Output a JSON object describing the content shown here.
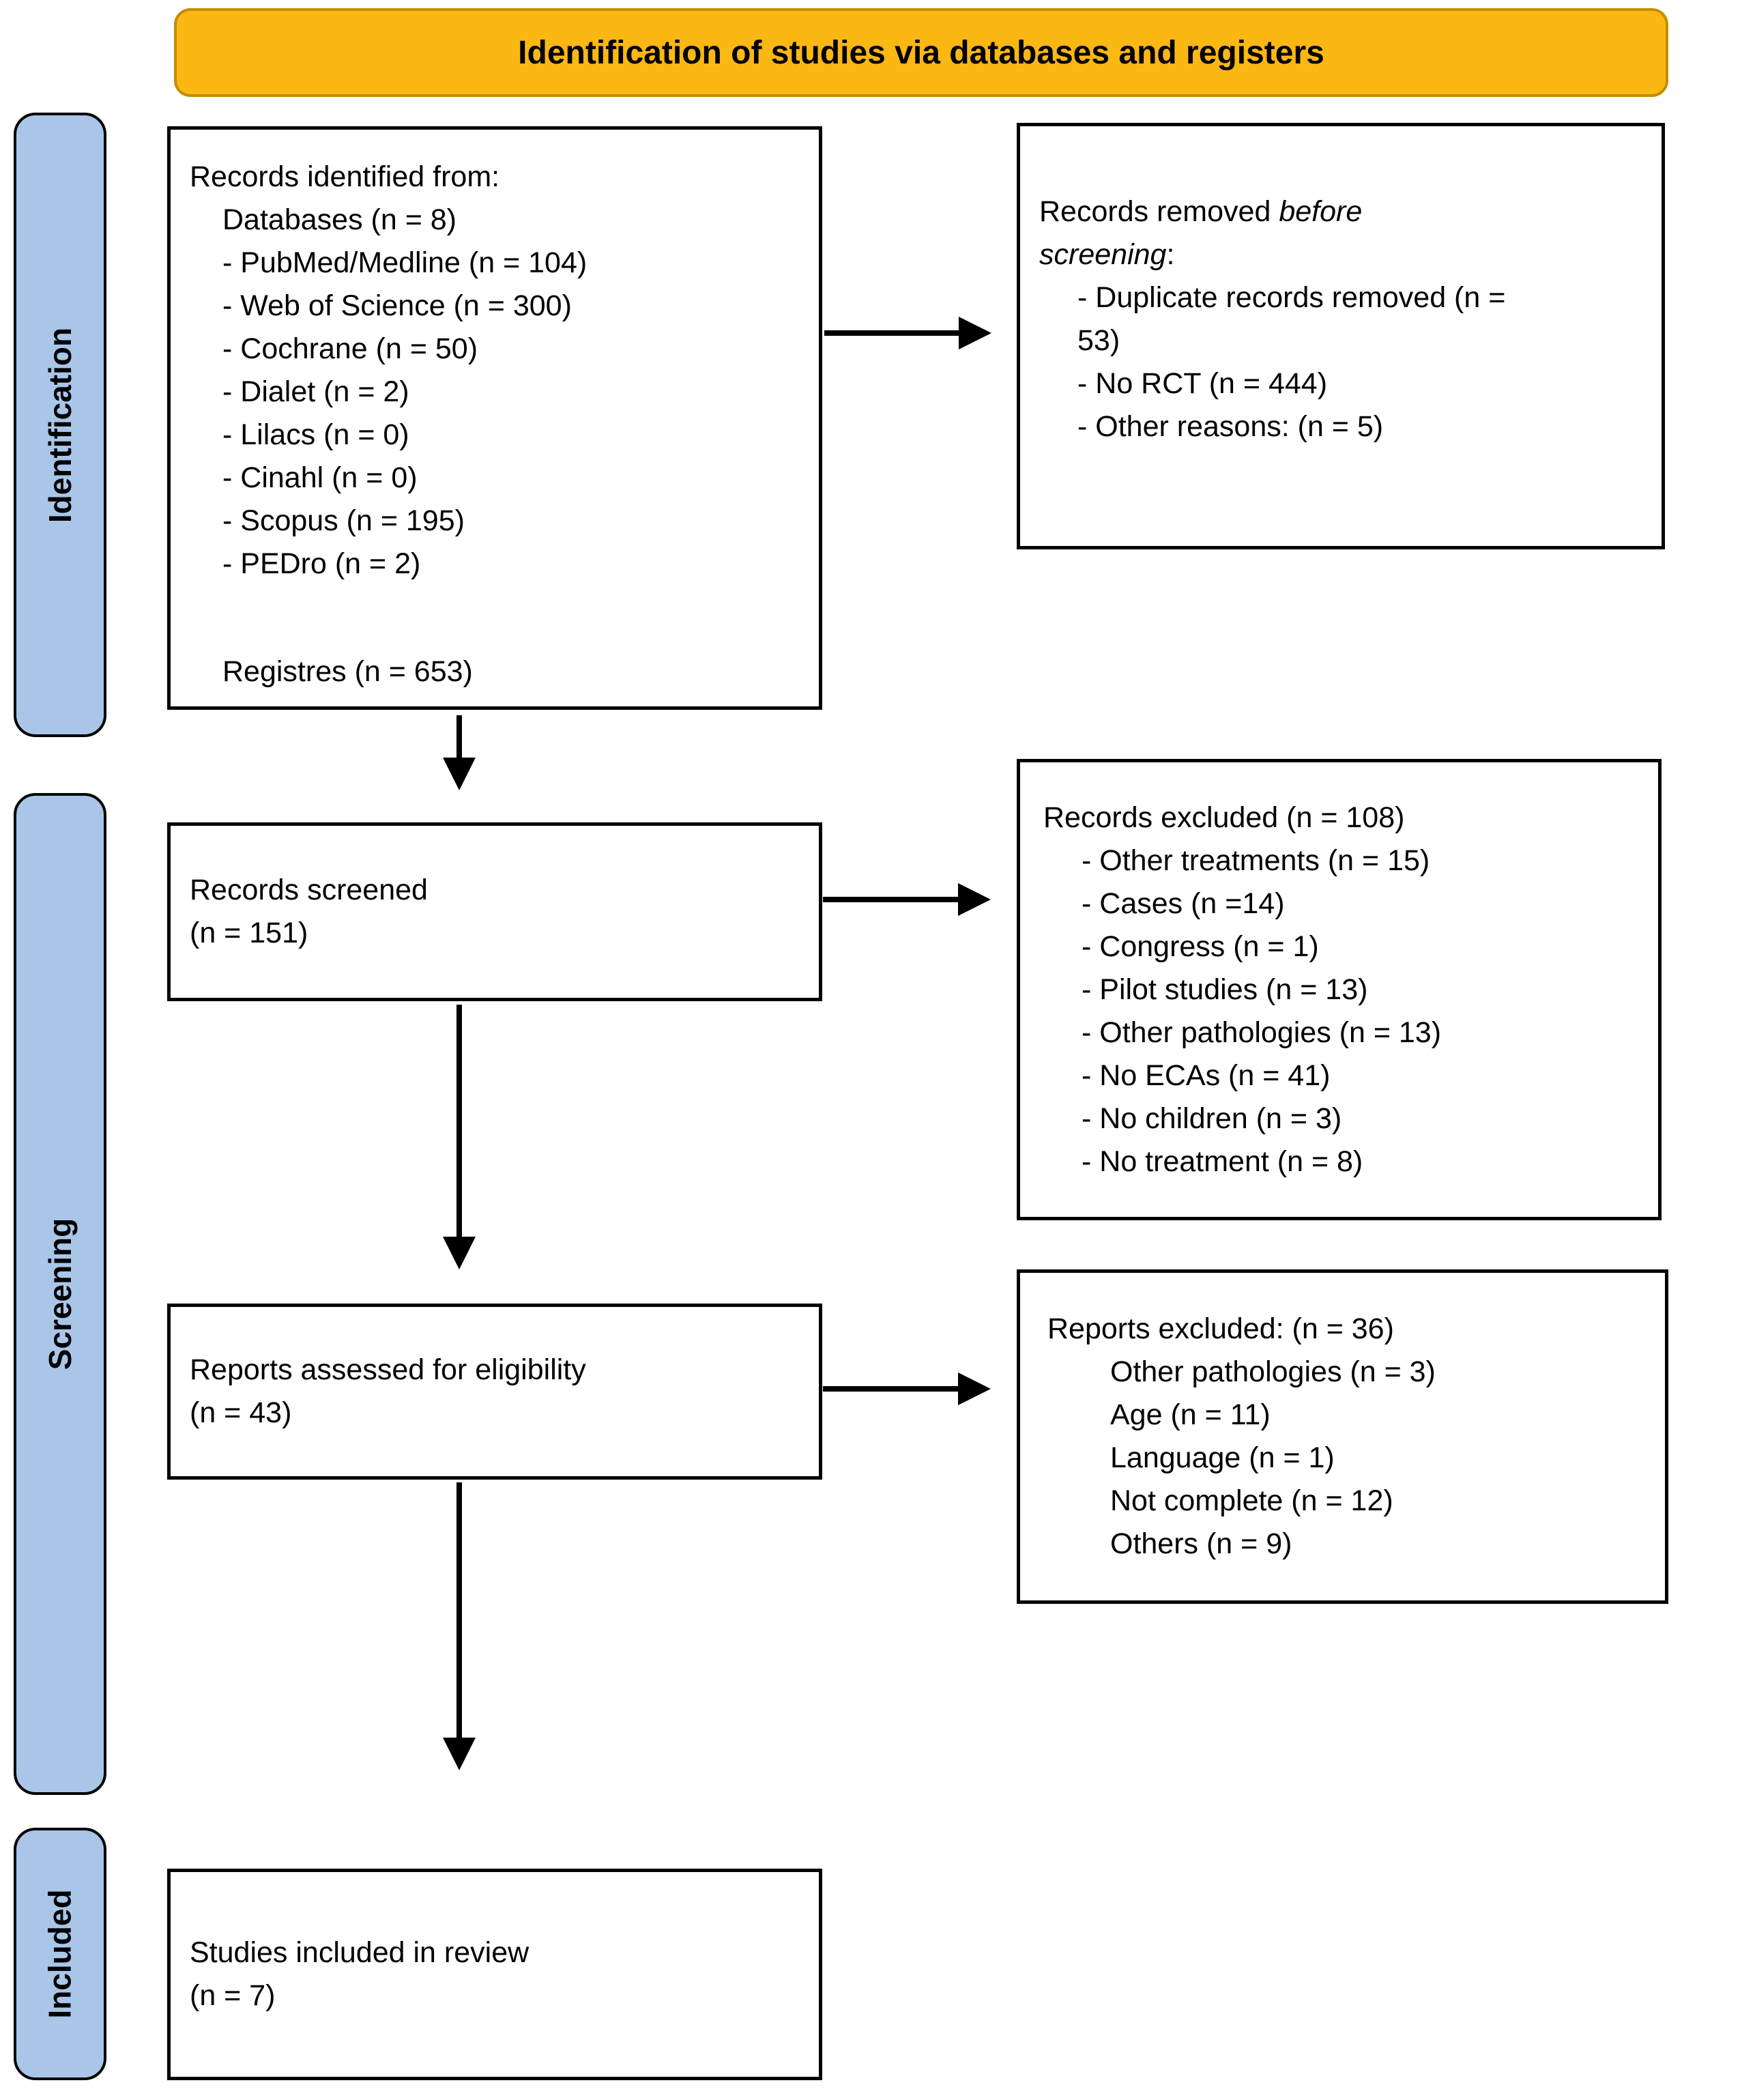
{
  "banner": {
    "title": "Identification of studies via databases and registers"
  },
  "sidebar": {
    "stages": [
      {
        "label": "Identification"
      },
      {
        "label": "Screening"
      },
      {
        "label": "Included"
      }
    ]
  },
  "boxes": {
    "records_identified": {
      "heading": "Records identified from:",
      "databases_label": "Databases (n = 8)",
      "databases": [
        "- PubMed/Medline (n = 104)",
        "- Web of Science (n = 300)",
        "- Cochrane (n = 50)",
        "- Dialet (n = 2)",
        "- Lilacs (n = 0)",
        "- Cinahl (n = 0)",
        "- Scopus (n = 195)",
        "- PEDro (n = 2)"
      ],
      "registers_label": "Registres (n = 653)"
    },
    "records_removed": {
      "heading_prefix": "Records removed ",
      "heading_italic_1": "before",
      "heading_italic_2": "screening",
      "heading_suffix": ":",
      "items": [
        "- Duplicate records removed (n = 53)",
        "- No RCT (n = 444)",
        "- Other reasons: (n = 5)"
      ]
    },
    "records_screened": {
      "line1": "Records screened",
      "line2": "(n = 151)"
    },
    "records_excluded": {
      "heading": "Records excluded (n = 108)",
      "items": [
        "- Other treatments (n = 15)",
        "- Cases (n =14)",
        "- Congress (n = 1)",
        "- Pilot studies (n = 13)",
        "- Other pathologies (n = 13)",
        "- No ECAs (n = 41)",
        "- No children (n = 3)",
        "- No treatment (n = 8)"
      ]
    },
    "reports_assessed": {
      "line1": "Reports assessed for eligibility",
      "line2": "(n = 43)"
    },
    "reports_excluded": {
      "heading": "Reports excluded: (n = 36)",
      "items": [
        "Other pathologies (n = 3)",
        "Age (n = 11)",
        "Language (n = 1)",
        "Not complete (n = 12)",
        "Others (n = 9)"
      ]
    },
    "studies_included": {
      "line1": "Studies included in review",
      "line2": "(n = 7)"
    }
  },
  "colors": {
    "banner_fill": "#FBB712",
    "banner_border": "#C38E00",
    "stage_fill": "#A9C6E8",
    "box_border": "#000000",
    "arrow": "#000000"
  }
}
